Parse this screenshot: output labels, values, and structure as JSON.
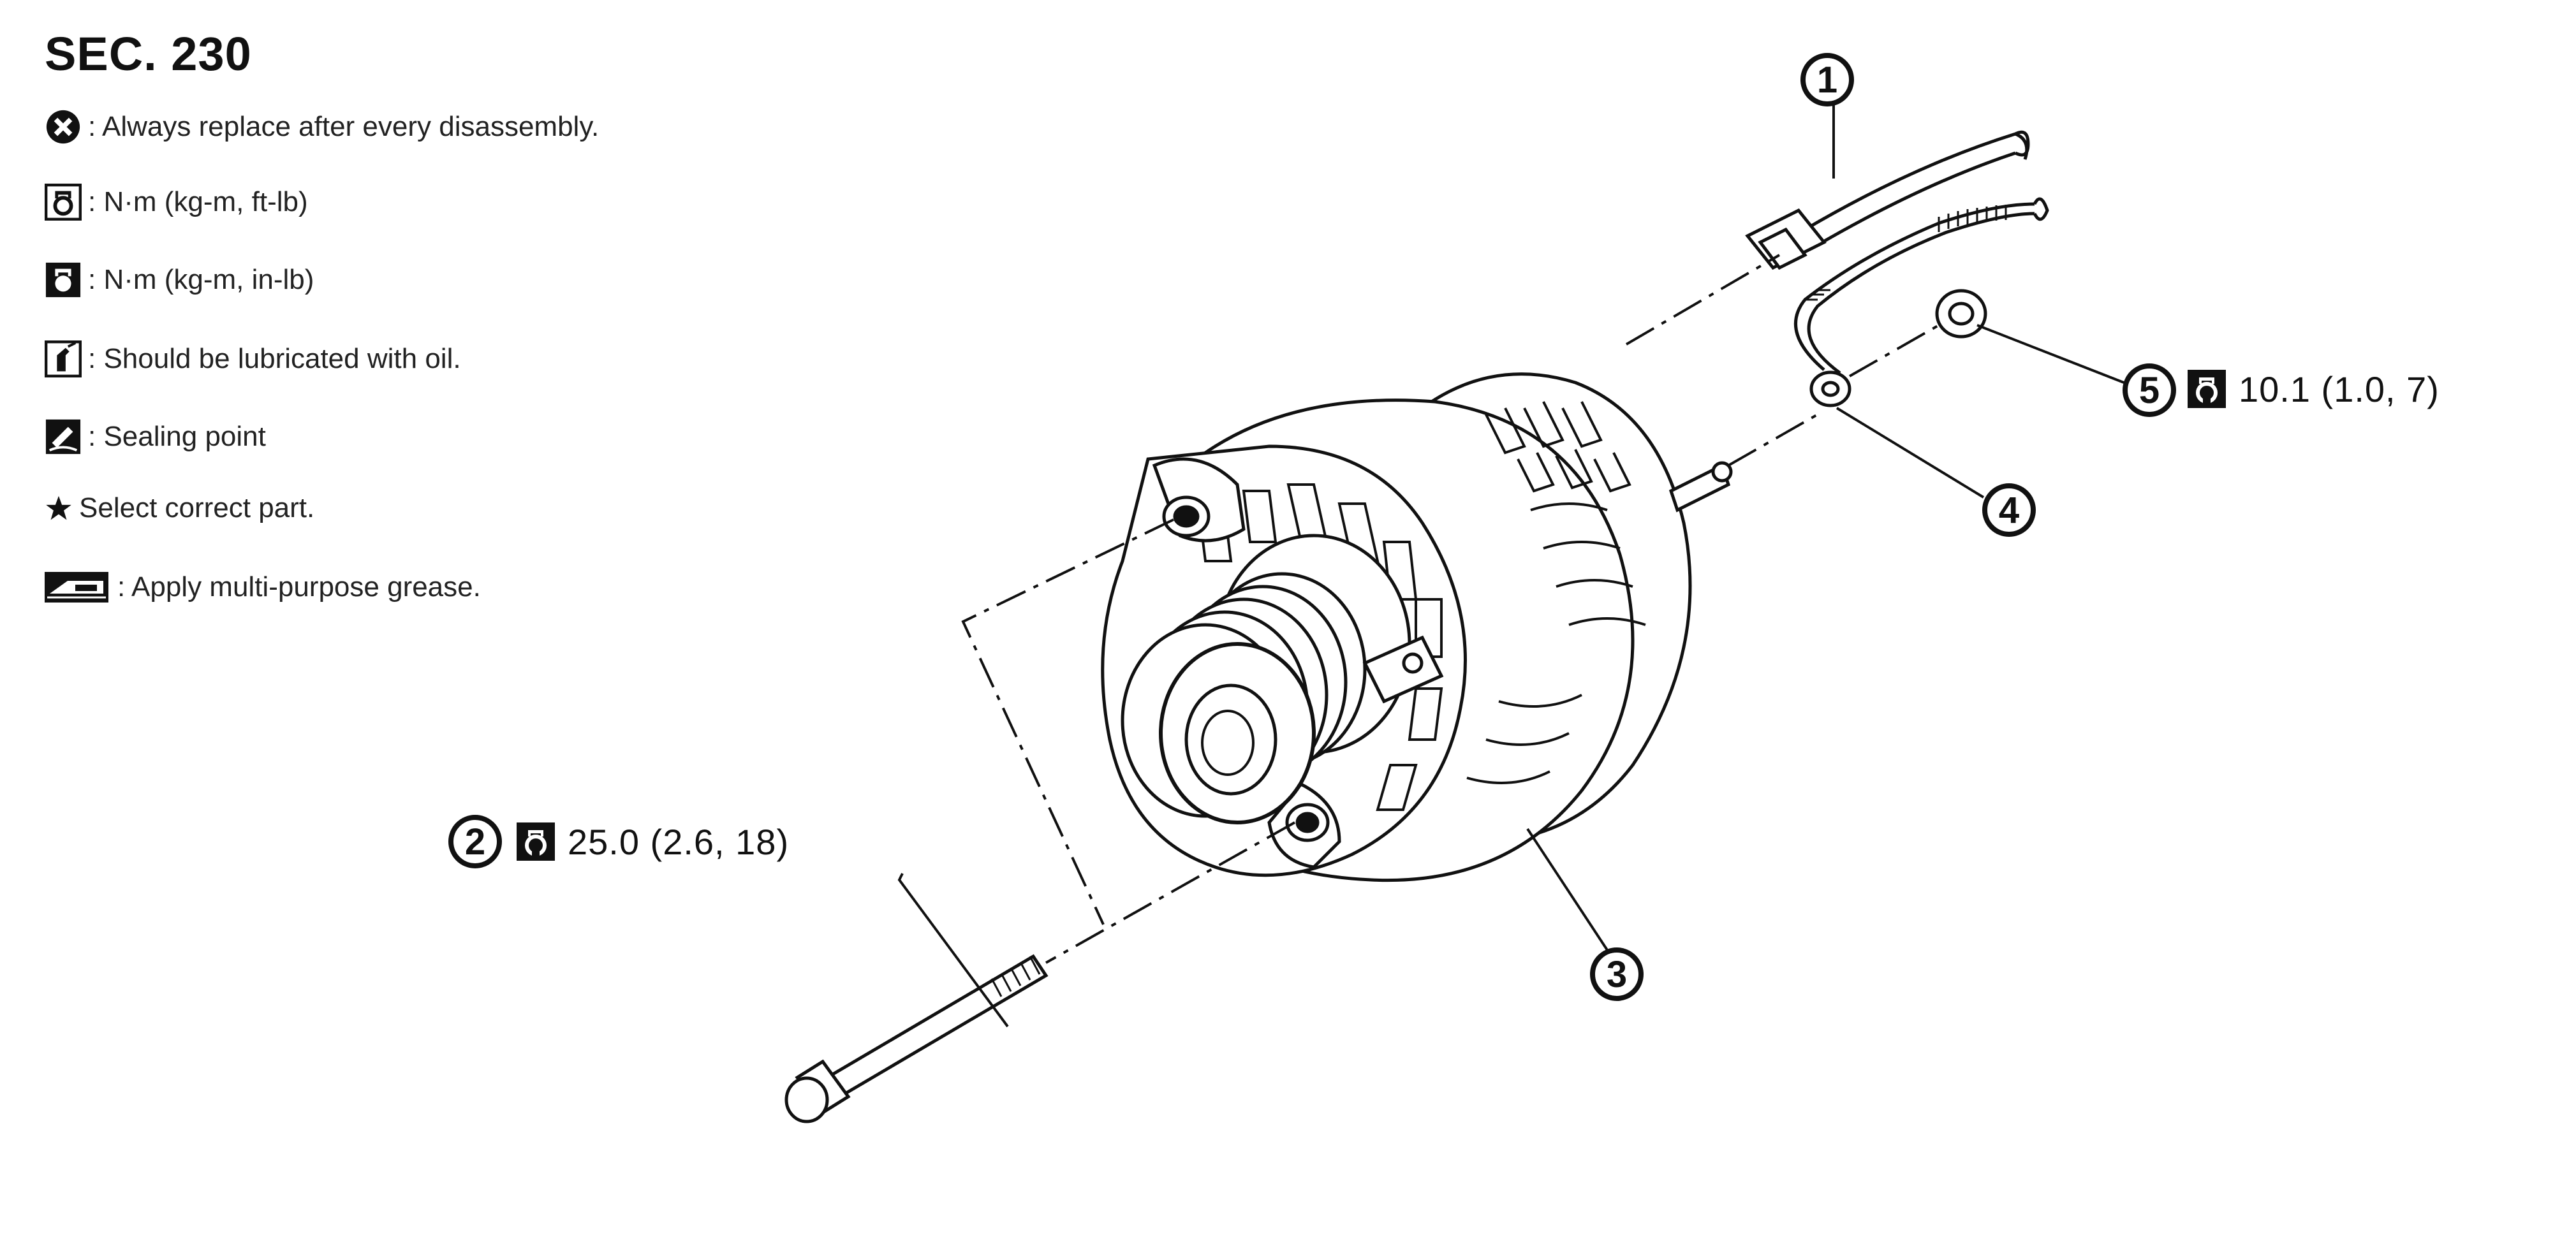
{
  "section": {
    "title": "SEC. 230"
  },
  "legend": [
    {
      "icon": "replace-icon",
      "text": ": Always replace after every disassembly."
    },
    {
      "icon": "torque-ftlb-icon",
      "text": ": N·m (kg-m, ft-lb)"
    },
    {
      "icon": "torque-inlb-icon",
      "text": ": N·m (kg-m, in-lb)"
    },
    {
      "icon": "oil-can-icon",
      "text": ": Should be lubricated with oil."
    },
    {
      "icon": "sealant-icon",
      "text": ": Sealing point"
    },
    {
      "icon": "star-icon",
      "text": "Select correct part."
    },
    {
      "icon": "grease-icon",
      "text": ": Apply multi-purpose grease."
    }
  ],
  "callouts": [
    {
      "number": "1"
    },
    {
      "number": "2",
      "torque": "25.0 (2.6, 18)"
    },
    {
      "number": "3"
    },
    {
      "number": "4"
    },
    {
      "number": "5",
      "torque": "10.1 (1.0, 7)"
    }
  ]
}
